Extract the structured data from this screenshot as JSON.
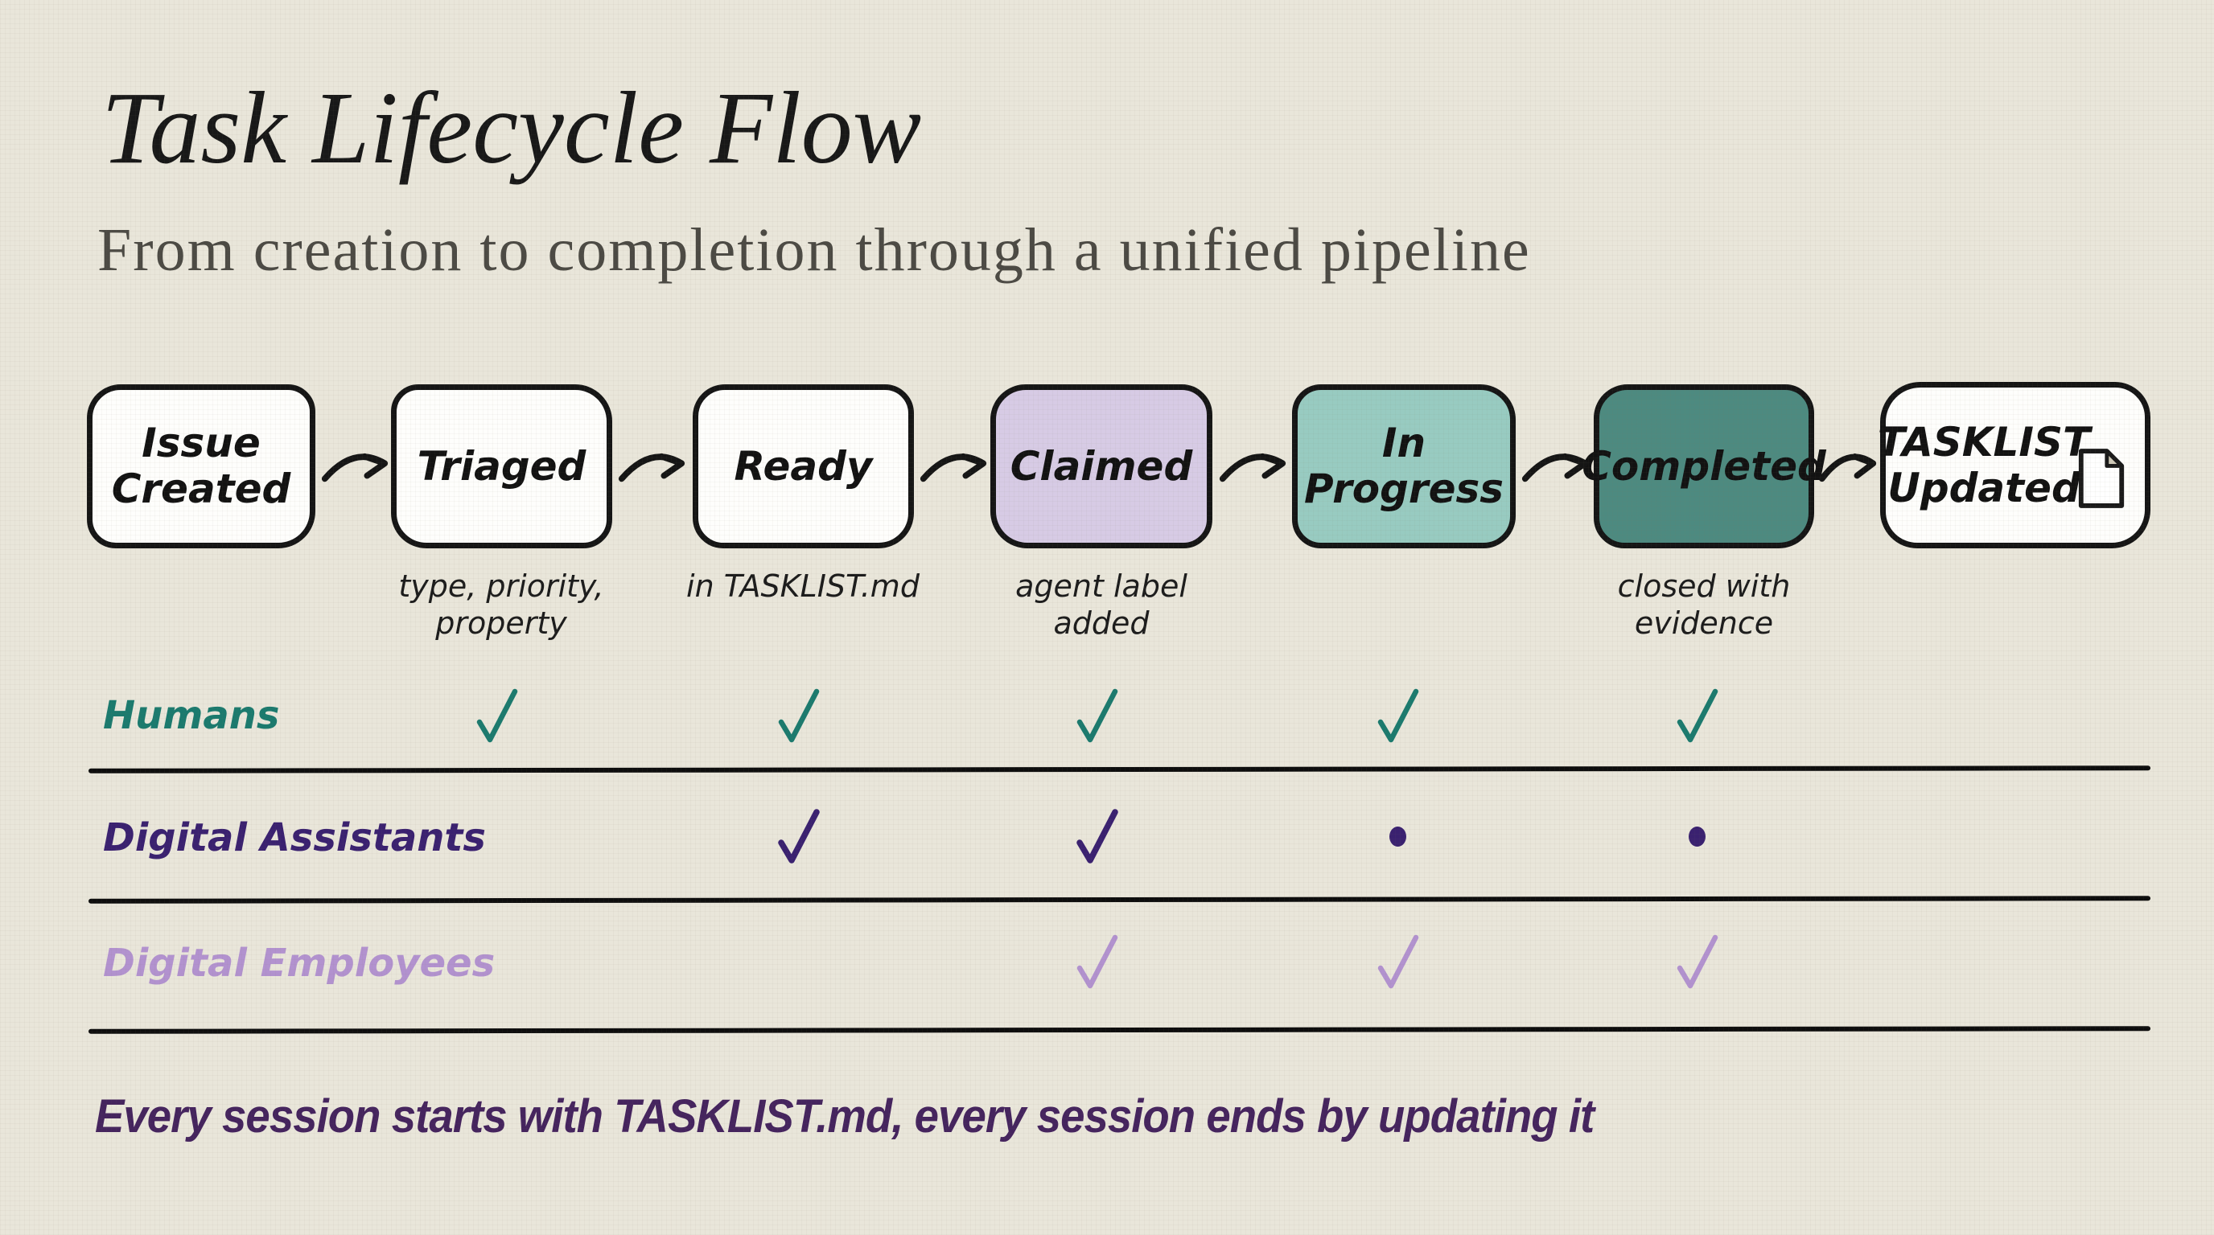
{
  "header": {
    "title": "Task Lifecycle Flow",
    "subtitle": "From creation to completion through a unified pipeline"
  },
  "flow": {
    "stages": [
      {
        "label": "Issue\nCreated",
        "note": "",
        "fill": "#fefefc"
      },
      {
        "label": "Triaged",
        "note": "type, priority,\nproperty",
        "fill": "#fefefc"
      },
      {
        "label": "Ready",
        "note": "in TASKLIST.md",
        "fill": "#fefefc"
      },
      {
        "label": "Claimed",
        "note": "agent label\nadded",
        "fill": "#d7cbe5"
      },
      {
        "label": "In\nProgress",
        "note": "",
        "fill": "#98cbc1"
      },
      {
        "label": "Completed",
        "note": "closed with\nevidence",
        "fill": "#4d8a80"
      },
      {
        "label": "TASKLIST\nUpdated",
        "note": "",
        "fill": "#fefefc",
        "icon": "document-icon"
      }
    ]
  },
  "matrix": {
    "columns": [
      "Triaged",
      "Ready",
      "Claimed",
      "In Progress",
      "Completed"
    ],
    "rows": [
      {
        "label": "Humans",
        "color": "#1b7a6e",
        "cells": [
          "check",
          "check",
          "check",
          "check",
          "check"
        ]
      },
      {
        "label": "Digital Assistants",
        "color": "#3a2170",
        "cells": [
          "none",
          "check",
          "check",
          "dot",
          "dot"
        ]
      },
      {
        "label": "Digital Employees",
        "color": "#b292cf",
        "cells": [
          "none",
          "none",
          "check",
          "check",
          "check"
        ]
      }
    ]
  },
  "footer": {
    "note": "Every session starts with TASKLIST.md, every session ends by updating it",
    "color": "#45245e"
  },
  "colors": {
    "background": "#e9e6da",
    "ink": "#151515",
    "subtitle_text": "#4c4a44",
    "claimed_fill": "#d7cbe5",
    "in_progress_fill": "#98cbc1",
    "completed_fill": "#4d8a80"
  }
}
